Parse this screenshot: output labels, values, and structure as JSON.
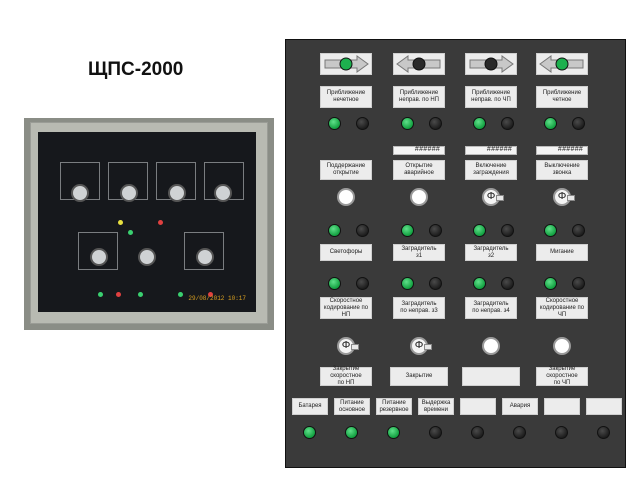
{
  "slide": {
    "title": "ЩПС-2000"
  },
  "photo": {
    "timestamp": "29/08/2012 10:17"
  },
  "panel": {
    "arrows": [
      {
        "direction": "right",
        "lamp": "on"
      },
      {
        "direction": "left",
        "lamp": "off"
      },
      {
        "direction": "right",
        "lamp": "off"
      },
      {
        "direction": "left",
        "lamp": "on"
      }
    ],
    "row1_labels": [
      "Приближение\nнечетное",
      "Приближение\nнеправ. по НП",
      "Приближение\nнеправ. по ЧП",
      "Приближение\nчетное"
    ],
    "row1_lamps": [
      [
        "on",
        "off"
      ],
      [
        "on",
        "off"
      ],
      [
        "on",
        "off"
      ],
      [
        "on",
        "off"
      ]
    ],
    "counters": [
      "",
      "######",
      "######",
      "######"
    ],
    "row2_labels": [
      "Поддержание\nоткрытие",
      "Открытие\nаварийное",
      "Включение\nзаграждения",
      "Выключение\nзвонка"
    ],
    "row2_controls": [
      "button",
      "button",
      "key",
      "key"
    ],
    "key_symbol": "Ф",
    "row3_lamps": [
      [
        "on",
        "off"
      ],
      [
        "on",
        "off"
      ],
      [
        "on",
        "off"
      ],
      [
        "on",
        "off"
      ]
    ],
    "row3_labels": [
      "Светофоры",
      "Заградитель\nз1",
      "Заградитель\nз2",
      "Мигание"
    ],
    "row4_lamps": [
      [
        "on",
        "off"
      ],
      [
        "on",
        "off"
      ],
      [
        "on",
        "off"
      ],
      [
        "on",
        "off"
      ]
    ],
    "row4_labels": [
      "Скоростное\nкодирование по НП",
      "Заградитель\nпо неправ. з3",
      "Заградитель\nпо неправ. з4",
      "Скоростное\nкодирование по ЧП"
    ],
    "row5_controls": [
      "key",
      "key",
      "button",
      "button"
    ],
    "row6_labels": [
      "Закрытие\nскоростное\nпо НП",
      "Закрытие",
      "",
      "Закрытие\nскоростное\nпо ЧП"
    ],
    "bottom_labels": [
      "Батарея",
      "Питание\nосновное",
      "Питание\nрезервное",
      "Выдержка\nвремени",
      "",
      "Авария",
      "",
      ""
    ],
    "bottom_lamps": [
      "on",
      "on",
      "on",
      "off",
      "off",
      "off",
      "off",
      "off"
    ]
  }
}
